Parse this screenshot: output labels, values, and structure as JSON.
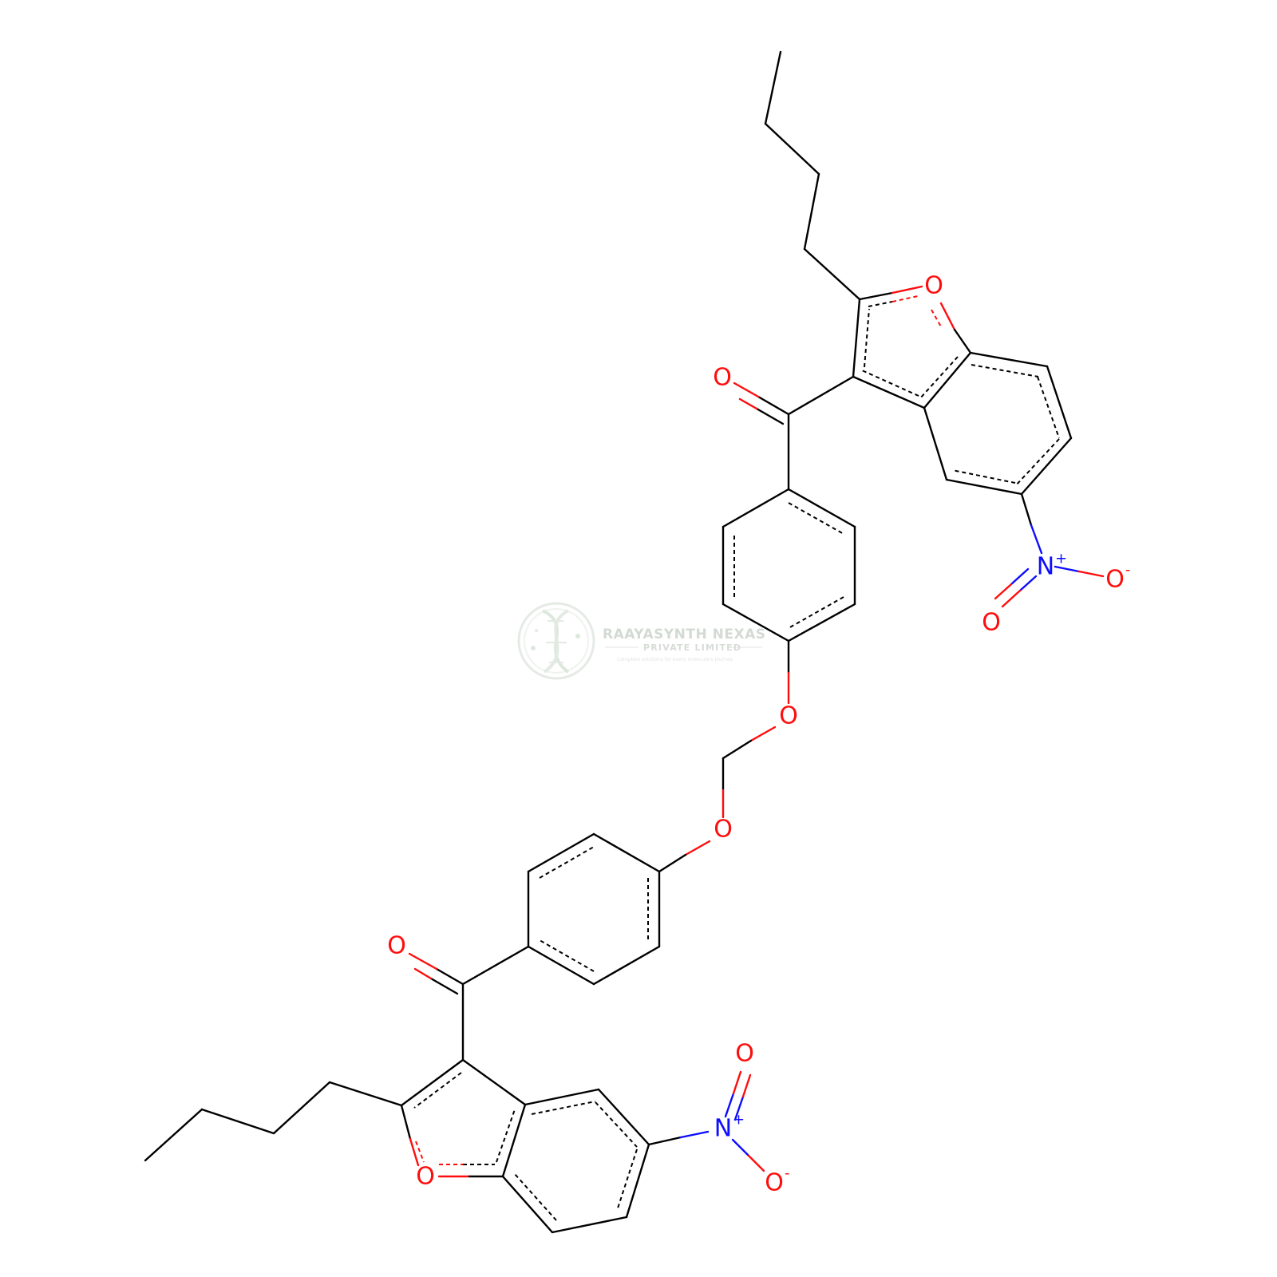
{
  "molecule": {
    "atom_labels": {
      "o_furan_top": "O",
      "o_carbonyl_top": "O",
      "n_nitro_top": "N",
      "n_nitro_top_charge": "+",
      "o_nitro_top_minus": "O",
      "o_nitro_top_minus_charge": "-",
      "o_nitro_top_double": "O",
      "o_ether_upper": "O",
      "o_ether_lower": "O",
      "o_carbonyl_bottom": "O",
      "o_nitro_bottom_double": "O",
      "n_nitro_bottom": "N",
      "n_nitro_bottom_charge": "+",
      "o_nitro_bottom_minus": "O",
      "o_nitro_bottom_minus_charge": "-",
      "o_furan_bottom": "O"
    },
    "colors": {
      "carbon_bond": "#000000",
      "oxygen": "#ff0d0d",
      "nitrogen": "#0d0dff"
    }
  },
  "watermark": {
    "company_name": "RAAYASYNTH NEXAS",
    "company_type": "PRIVATE LIMITED",
    "tagline": "Complete solutions for every molecule's journey",
    "logo_icon": "dna-helix-icon"
  }
}
